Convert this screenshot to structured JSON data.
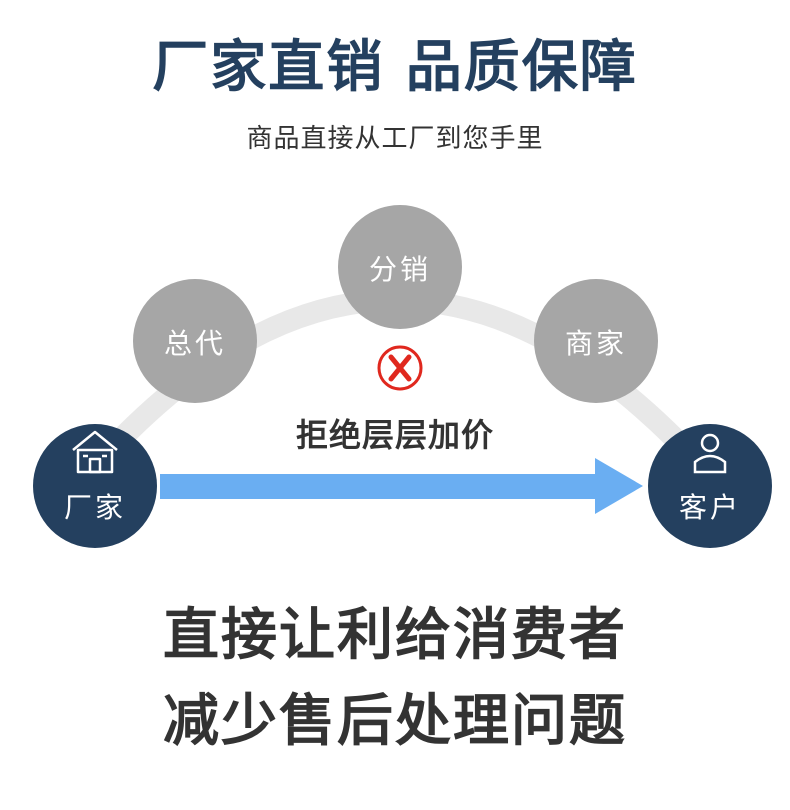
{
  "header": {
    "title": "厂家直销 品质保障",
    "subtitle": "商品直接从工厂到您手里"
  },
  "flow": {
    "factory_label": "厂家",
    "agent_label": "总代",
    "distribution_label": "分销",
    "merchant_label": "商家",
    "customer_label": "客户",
    "reject_text": "拒绝层层加价",
    "reject_icon": "x-mark-icon",
    "factory_icon": "factory-icon",
    "customer_icon": "user-icon"
  },
  "benefits": {
    "line1": "直接让利给消费者",
    "line2": "减少售后处理问题"
  },
  "colors": {
    "navy": "#24405f",
    "gray_circle": "#a6a6a6",
    "arc": "#e8e8e8",
    "arrow": "#6aaef2",
    "reject_red": "#e0281e"
  }
}
